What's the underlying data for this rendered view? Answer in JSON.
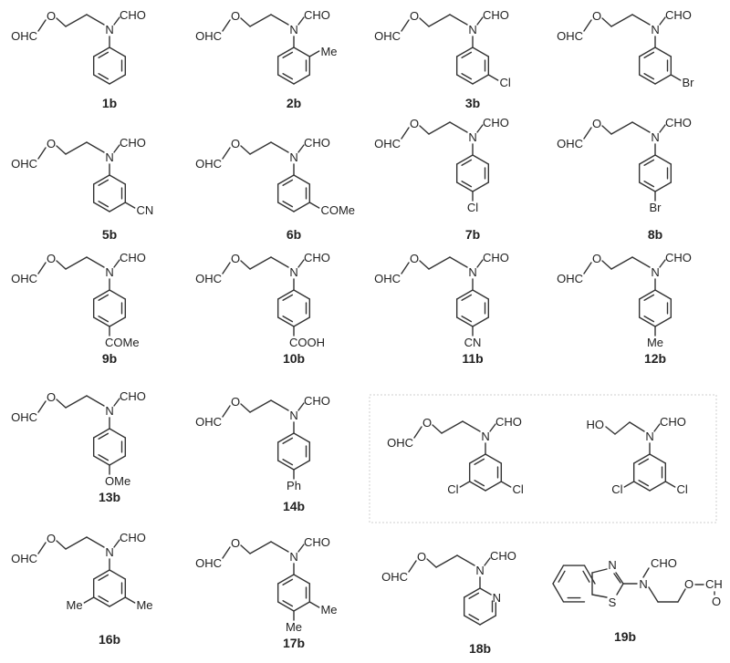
{
  "compounds": [
    {
      "label": "1b",
      "head": "OHC",
      "ether": "O",
      "n": "N",
      "formyl": "CHO",
      "ring": "phenyl",
      "subs": []
    },
    {
      "label": "2b",
      "head": "OHC",
      "ether": "O",
      "n": "N",
      "formyl": "CHO",
      "ring": "phenyl",
      "subs": [
        {
          "pos": "ortho",
          "text": "Me"
        }
      ]
    },
    {
      "label": "3b",
      "head": "OHC",
      "ether": "O",
      "n": "N",
      "formyl": "CHO",
      "ring": "phenyl",
      "subs": [
        {
          "pos": "meta",
          "text": "Cl"
        }
      ]
    },
    {
      "label": "",
      "head": "OHC",
      "ether": "O",
      "n": "N",
      "formyl": "CHO",
      "ring": "phenyl",
      "subs": [
        {
          "pos": "meta",
          "text": "Br"
        }
      ]
    },
    {
      "label": "5b",
      "head": "OHC",
      "ether": "O",
      "n": "N",
      "formyl": "CHO",
      "ring": "phenyl",
      "subs": [
        {
          "pos": "meta",
          "text": "CN"
        }
      ]
    },
    {
      "label": "6b",
      "head": "OHC",
      "ether": "O",
      "n": "N",
      "formyl": "CHO",
      "ring": "phenyl",
      "subs": [
        {
          "pos": "meta",
          "text": "COMe"
        }
      ]
    },
    {
      "label": "7b",
      "head": "OHC",
      "ether": "O",
      "n": "N",
      "formyl": "CHO",
      "ring": "phenyl",
      "subs": [
        {
          "pos": "para",
          "text": "Cl"
        }
      ]
    },
    {
      "label": "8b",
      "head": "OHC",
      "ether": "O",
      "n": "N",
      "formyl": "CHO",
      "ring": "phenyl",
      "subs": [
        {
          "pos": "para",
          "text": "Br"
        }
      ]
    },
    {
      "label": "9b",
      "head": "OHC",
      "ether": "O",
      "n": "N",
      "formyl": "CHO",
      "ring": "phenyl",
      "subs": [
        {
          "pos": "para",
          "text": "COMe"
        }
      ]
    },
    {
      "label": "10b",
      "head": "OHC",
      "ether": "O",
      "n": "N",
      "formyl": "CHO",
      "ring": "phenyl",
      "subs": [
        {
          "pos": "para",
          "text": "COOH"
        }
      ]
    },
    {
      "label": "11b",
      "head": "OHC",
      "ether": "O",
      "n": "N",
      "formyl": "CHO",
      "ring": "phenyl",
      "subs": [
        {
          "pos": "para",
          "text": "CN"
        }
      ]
    },
    {
      "label": "12b",
      "head": "OHC",
      "ether": "O",
      "n": "N",
      "formyl": "CHO",
      "ring": "phenyl",
      "subs": [
        {
          "pos": "para",
          "text": "Me"
        }
      ]
    },
    {
      "label": "13b",
      "head": "OHC",
      "ether": "O",
      "n": "N",
      "formyl": "CHO",
      "ring": "phenyl",
      "subs": [
        {
          "pos": "para",
          "text": "OMe"
        }
      ]
    },
    {
      "label": "14b",
      "head": "OHC",
      "ether": "O",
      "n": "N",
      "formyl": "CHO",
      "ring": "phenyl",
      "subs": [
        {
          "pos": "para",
          "text": "Ph"
        }
      ]
    },
    {
      "label": "",
      "head": "OHC",
      "ether": "O",
      "n": "N",
      "formyl": "CHO",
      "ring": "phenyl",
      "subs": [
        {
          "pos": "meta",
          "text": "Cl"
        },
        {
          "pos": "meta-left",
          "text": "Cl"
        }
      ]
    },
    {
      "label": "",
      "head": "HO",
      "ether": "",
      "n": "N",
      "formyl": "CHO",
      "ring": "phenyl",
      "subs": [
        {
          "pos": "meta",
          "text": "Cl"
        },
        {
          "pos": "meta-left",
          "text": "Cl"
        }
      ]
    },
    {
      "label": "16b",
      "head": "OHC",
      "ether": "O",
      "n": "N",
      "formyl": "CHO",
      "ring": "phenyl",
      "subs": [
        {
          "pos": "meta",
          "text": "Me"
        },
        {
          "pos": "meta-left",
          "text": "Me"
        }
      ]
    },
    {
      "label": "17b",
      "head": "OHC",
      "ether": "O",
      "n": "N",
      "formyl": "CHO",
      "ring": "phenyl",
      "subs": [
        {
          "pos": "meta",
          "text": "Me"
        },
        {
          "pos": "para",
          "text": "Me"
        }
      ]
    },
    {
      "label": "18b",
      "head": "OHC",
      "ether": "O",
      "n": "N",
      "formyl": "CHO",
      "ring": "pyridin-2-yl",
      "ring_n": "N",
      "subs": []
    }
  ],
  "special": {
    "label": "19b",
    "n": "N",
    "formyl": "CHO",
    "thiazole_n": "N",
    "thiazole_s": "S",
    "ester_o": "O",
    "ester_ch": "CH",
    "ester_carbonyl_o": "O"
  }
}
